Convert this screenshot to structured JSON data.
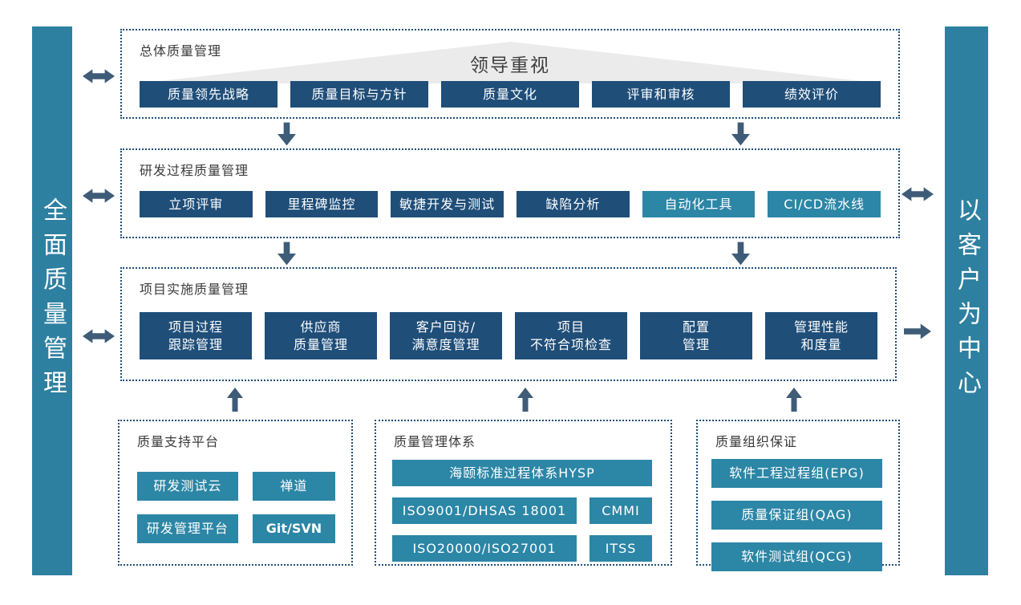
{
  "left_bar": {
    "label": "全面质量管理"
  },
  "right_bar": {
    "label": "以客户为中心"
  },
  "colors": {
    "navy": "#1F4E79",
    "teal": "#2C86A6",
    "bar": "#2E80A1",
    "arrow": "#3E5C77",
    "border": "#1F4E79",
    "triangle": "#EBEBEB"
  },
  "sections": {
    "overall": {
      "title": "总体质量管理",
      "banner": "领导重视",
      "buttons": [
        "质量领先战略",
        "质量目标与方针",
        "质量文化",
        "评审和审核",
        "绩效评价"
      ]
    },
    "rd": {
      "title": "研发过程质量管理",
      "buttons": [
        "立项评审",
        "里程碑监控",
        "敏捷开发与测试",
        "缺陷分析",
        "自动化工具",
        "CI/CD流水线"
      ]
    },
    "project": {
      "title": "项目实施质量管理",
      "buttons": [
        [
          "项目过程",
          "跟踪管理"
        ],
        [
          "供应商",
          "质量管理"
        ],
        [
          "客户回访/",
          "满意度管理"
        ],
        [
          "项目",
          "不符合项检查"
        ],
        [
          "配置",
          "管理"
        ],
        [
          "管理性能",
          "和度量"
        ]
      ]
    },
    "platform": {
      "title": "质量支持平台",
      "buttons": [
        "研发测试云",
        "禅道",
        "研发管理平台",
        "Git/SVN"
      ]
    },
    "system": {
      "title": "质量管理体系",
      "buttons": [
        "海颐标准过程体系HYSP",
        "ISO9001/DHSAS 18001",
        "CMMI",
        "ISO20000/ISO27001",
        "ITSS"
      ]
    },
    "org": {
      "title": "质量组织保证",
      "buttons": [
        "软件工程过程组(EPG)",
        "质量保证组(QAG)",
        "软件测试组(QCG)"
      ]
    }
  }
}
